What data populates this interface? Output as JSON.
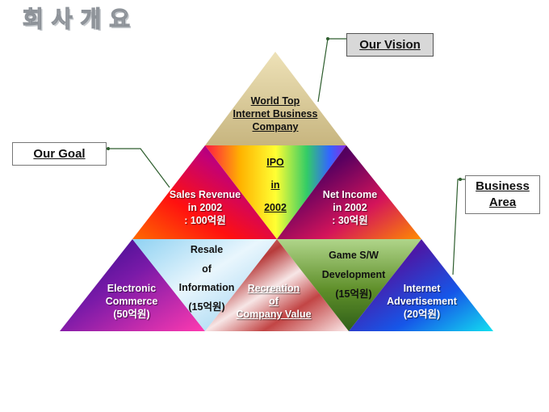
{
  "title": "회사개요",
  "callouts": {
    "vision": "Our Vision",
    "goal": "Our Goal",
    "business_line1": "Business",
    "business_line2": "Area"
  },
  "pyramid": {
    "top": [
      "World Top",
      "Internet Business",
      "Company"
    ],
    "ipo": [
      "IPO",
      "in",
      "2002"
    ],
    "sales": [
      "Sales Revenue",
      "in 2002",
      ": 100억원"
    ],
    "net_income": [
      "Net Income",
      "in 2002",
      ": 30억원"
    ],
    "ecommerce": [
      "Electronic",
      "Commerce",
      "(50억원)"
    ],
    "resale": [
      "Resale",
      "of",
      "Information",
      "(15억원)"
    ],
    "recreation": [
      "Recreation",
      "of",
      "Company Value"
    ],
    "game": [
      "Game S/W",
      "Development",
      "(15억원)"
    ],
    "advert": [
      "Internet",
      "Advertisement",
      "(20억원)"
    ]
  }
}
